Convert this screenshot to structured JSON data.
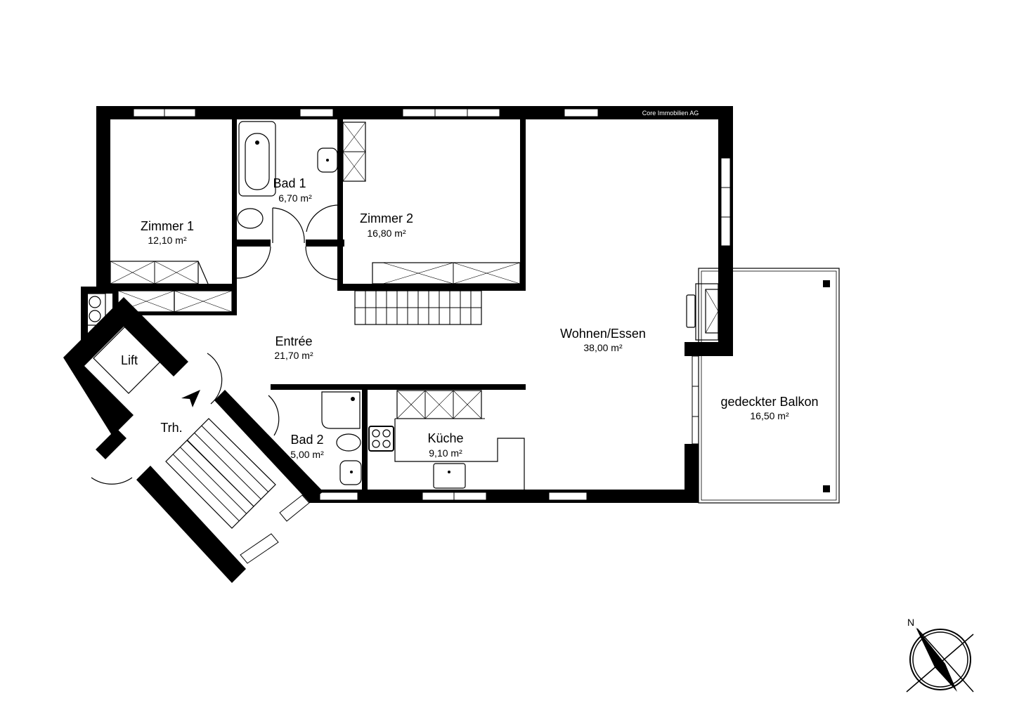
{
  "plan": {
    "credit": "Core Immobilien AG",
    "compass_label": "N",
    "rooms": [
      {
        "id": "zimmer-1",
        "name": "Zimmer 1",
        "area": "12,10 m²"
      },
      {
        "id": "bad-1",
        "name": "Bad 1",
        "area": "6,70 m²"
      },
      {
        "id": "zimmer-2",
        "name": "Zimmer 2",
        "area": "16,80 m²"
      },
      {
        "id": "wohnen-essen",
        "name": "Wohnen/Essen",
        "area": "38,00 m²"
      },
      {
        "id": "entree",
        "name": "Entrée",
        "area": "21,70 m²"
      },
      {
        "id": "lift",
        "name": "Lift",
        "area": ""
      },
      {
        "id": "treppenhaus",
        "name": "Trh.",
        "area": ""
      },
      {
        "id": "bad-2",
        "name": "Bad 2",
        "area": "5,00 m²"
      },
      {
        "id": "kueche",
        "name": "Küche",
        "area": "9,10 m²"
      },
      {
        "id": "balkon",
        "name": "gedeckter Balkon",
        "area": "16,50 m²"
      }
    ],
    "icons": [
      "bathtub-icon",
      "washbasin-icon",
      "toilet-icon",
      "shower-icon",
      "cooktop-icon",
      "sink-icon",
      "wardrobe-icon",
      "stairs-icon",
      "compass-icon",
      "door-icon",
      "window-icon"
    ]
  }
}
